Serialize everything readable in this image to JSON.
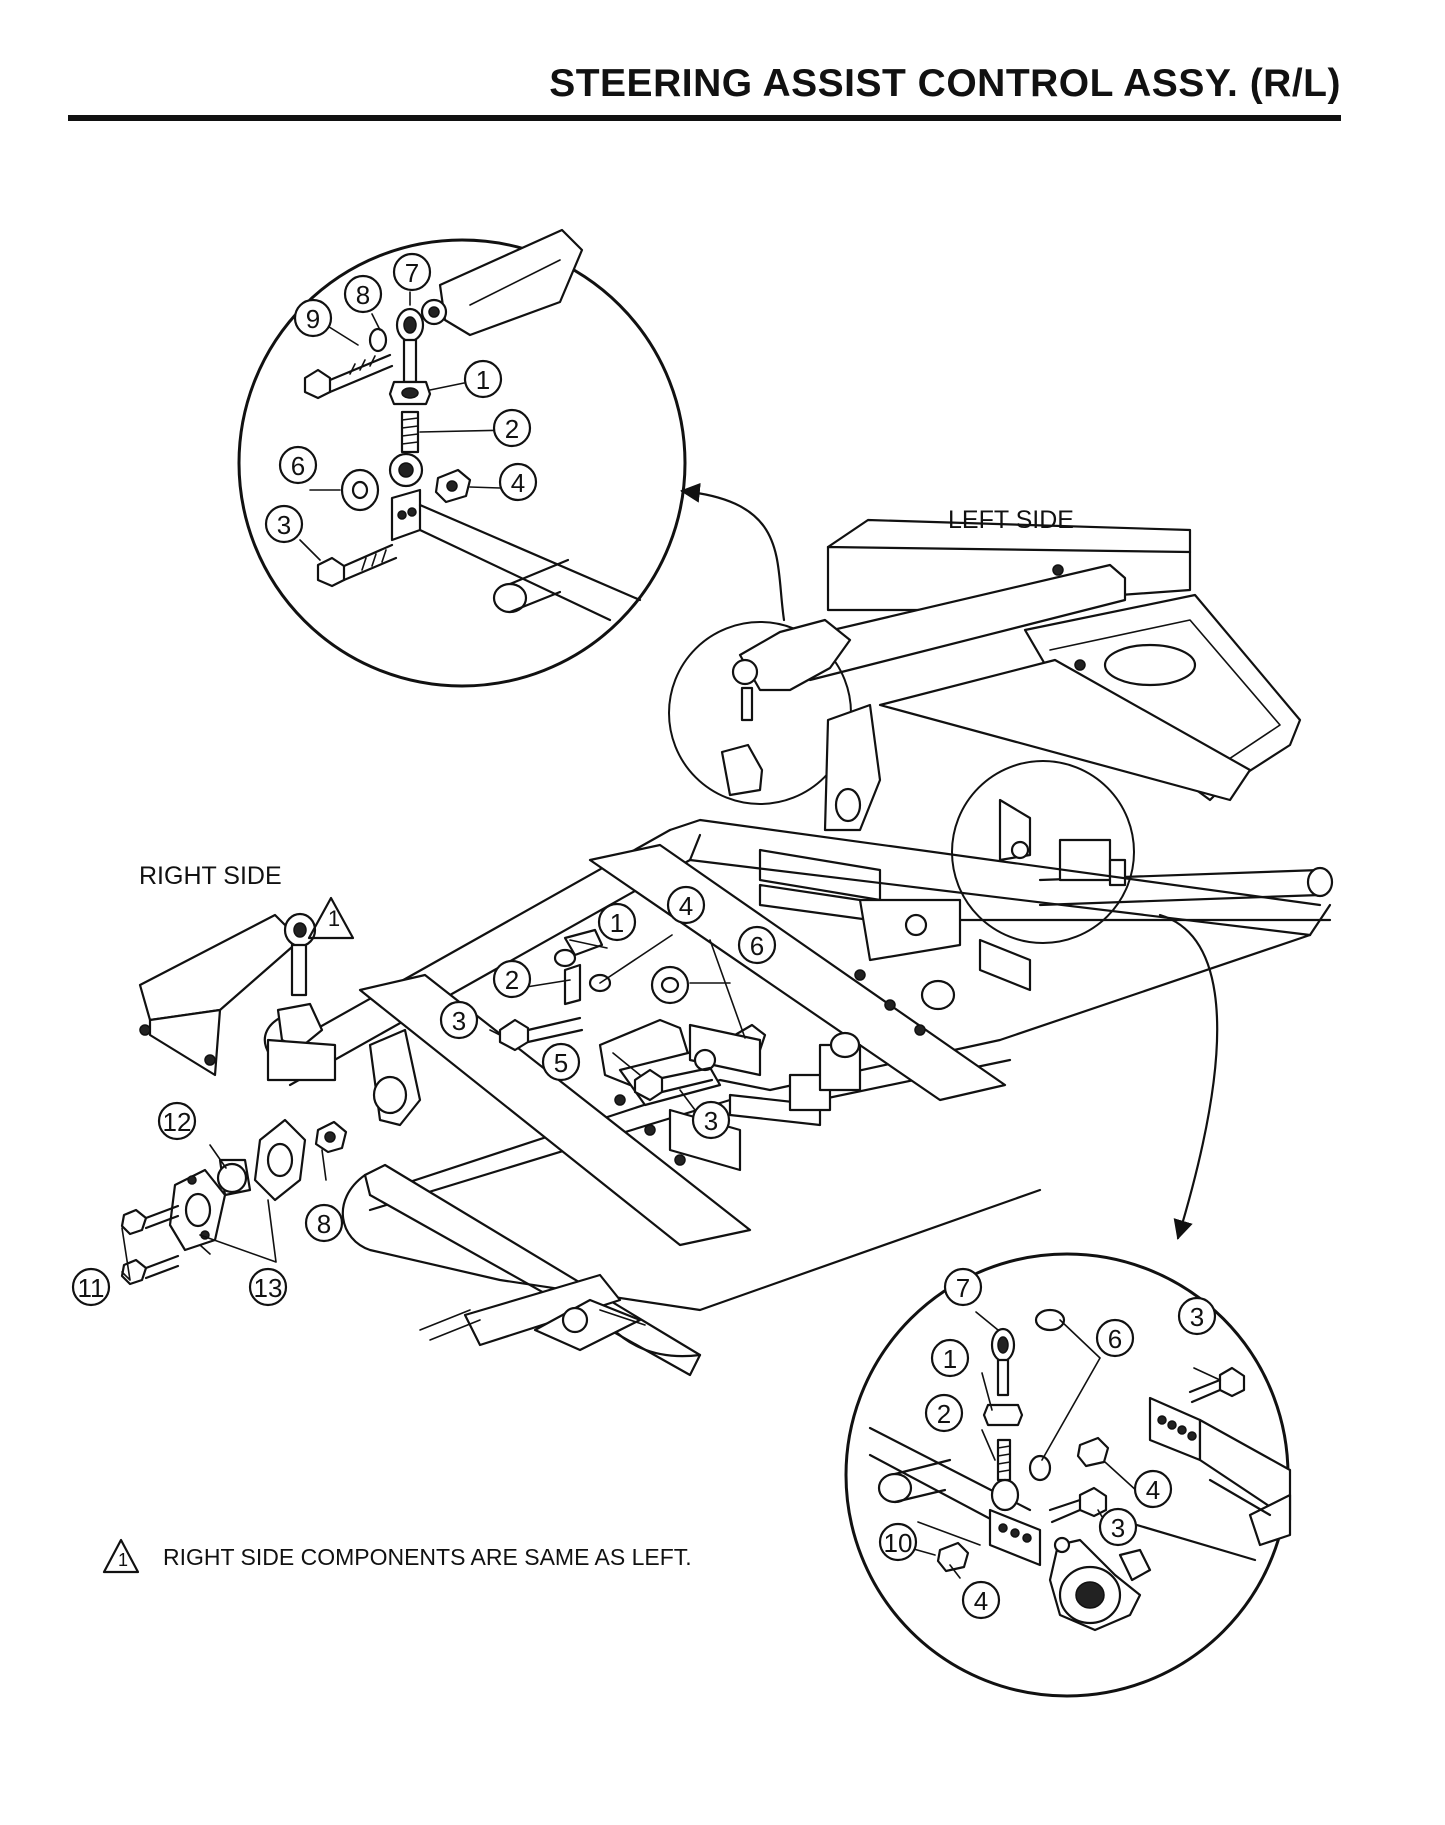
{
  "title": "STEERING ASSIST CONTROL ASSY. (R/L)",
  "labels": {
    "left_side": "LEFT SIDE",
    "right_side": "RIGHT SIDE",
    "note": "RIGHT SIDE COMPONENTS ARE SAME AS LEFT.",
    "note_marker": "1"
  },
  "callouts": {
    "top_detail": [
      "9",
      "8",
      "7",
      "1",
      "2",
      "6",
      "4",
      "3"
    ],
    "main_assembly": [
      "1",
      "4",
      "6",
      "2",
      "3",
      "5",
      "3",
      "12",
      "8",
      "11",
      "13"
    ],
    "bottom_detail": [
      "7",
      "1",
      "6",
      "3",
      "2",
      "4",
      "3",
      "10",
      "4"
    ]
  }
}
